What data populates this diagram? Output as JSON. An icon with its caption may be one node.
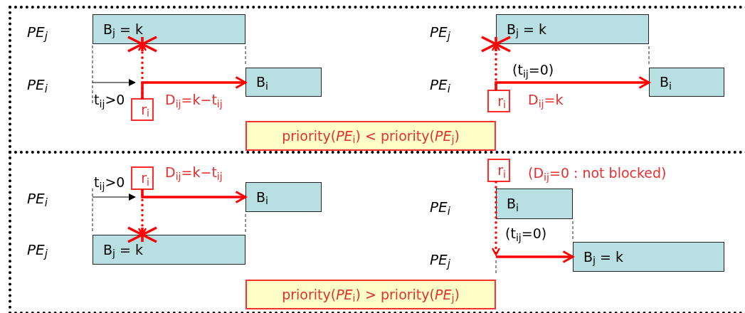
{
  "diagram": {
    "nodes": [
      {
        "text": [],
        "shape": "box"
      },
      {
        "text": [],
        "shape": "box"
      },
      {
        "text": [
          "B$_{j}$ = k"
        ],
        "in": 0
      },
      {
        "text": [
          "B$_{i}$"
        ],
        "in": 0
      },
      {
        "text": [
          "r$_{i}$"
        ],
        "in": 0
      },
      {
        "text": [
          "B$_{j}$ = k"
        ],
        "in": 0
      },
      {
        "text": [
          "B$_{i}$"
        ],
        "in": 0
      },
      {
        "text": [
          "r$_{i}$"
        ],
        "in": 0
      },
      {
        "text": [
          "priority(*PE*$_{i}$) < priority(*PE*$_{j}$)"
        ],
        "in": 0
      },
      {
        "text": [
          "r$_{i}$"
        ],
        "in": 1
      },
      {
        "text": [
          "B$_{i}$"
        ],
        "in": 1
      },
      {
        "text": [
          "B$_{j}$ = k"
        ],
        "in": 1
      },
      {
        "text": [
          "r$_{i}$"
        ],
        "in": 1
      },
      {
        "text": [
          "B$_{i}$"
        ],
        "in": 1
      },
      {
        "text": [
          "B$_{j}$ = k"
        ],
        "in": 1
      },
      {
        "text": [
          "priority(*PE*$_{i}$) > priority(*PE*$_{j}$)"
        ],
        "in": 1
      }
    ],
    "edges": [
      {
        "from": 4,
        "to": 2,
        "arrow": "to",
        "style": "dashed"
      },
      {
        "from": 4,
        "to": 3,
        "arrow": "to"
      },
      {
        "from": 7,
        "to": 5,
        "arrow": "to",
        "style": "dashed"
      },
      {
        "from": 7,
        "to": 6,
        "arrow": "to"
      },
      {
        "from": 9,
        "to": 11,
        "arrow": "to",
        "style": "dashed"
      },
      {
        "from": 9,
        "to": 10,
        "arrow": "to"
      },
      {
        "from": 12,
        "to": null,
        "arrow": "to",
        "style": "dashed"
      },
      {
        "from": null,
        "to": 14,
        "arrow": "to"
      }
    ],
    "labels": [
      "PE$_{j}$",
      "PE$_{j}$",
      "PE$_{i}$",
      "(t$_{ij}$=0)",
      "PE$_{i}$",
      "t$_{ij}$>0",
      "D$_{ij}$=k−t$_{ij}$",
      "D$_{ij}$=k",
      "t$_{ij}$>0",
      "D$_{ij}$=k−t$_{ij}$",
      "(D$_{ij}$=0 : not blocked)",
      "PE$_{i}$",
      "PE$_{i}$",
      "(t$_{ij}$=0)",
      "PE$_{j}$",
      "PE$_{j}$"
    ]
  }
}
